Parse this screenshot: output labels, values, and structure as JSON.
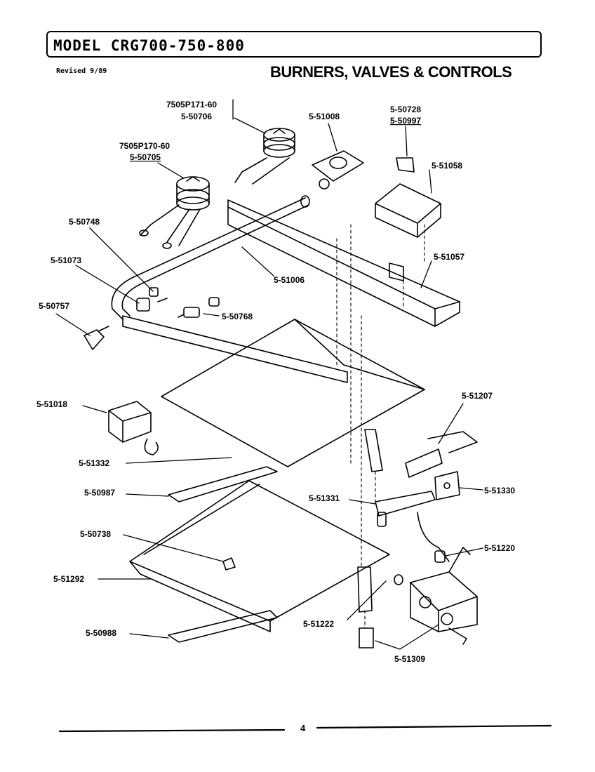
{
  "header": {
    "model": "MODEL CRG700-750-800",
    "revised": "Revised 9/89",
    "section": "BURNERS, VALVES & CONTROLS"
  },
  "parts": {
    "p7505P171": "7505P171-60",
    "p50706": "5-50706",
    "p51008": "5-51008",
    "p50728": "5-50728",
    "p50997": "5-50997",
    "p7505P170": "7505P170-60",
    "p50705": "5-50705",
    "p51058": "5-51058",
    "p50748": "5-50748",
    "p51057": "5-51057",
    "p51073": "5-51073",
    "p51006": "5-51006",
    "p50757": "5-50757",
    "p50768": "5-50768",
    "p51018": "5-51018",
    "p51207": "5-51207",
    "p51332": "5-51332",
    "p50987": "5-50987",
    "p51331": "5-51331",
    "p51330": "5-51330",
    "p50738": "5-50738",
    "p51220": "5-51220",
    "p51292": "5-51292",
    "p51222": "5-51222",
    "p50988": "5-50988",
    "p51309": "5-51309"
  },
  "footer": {
    "page": "4"
  }
}
